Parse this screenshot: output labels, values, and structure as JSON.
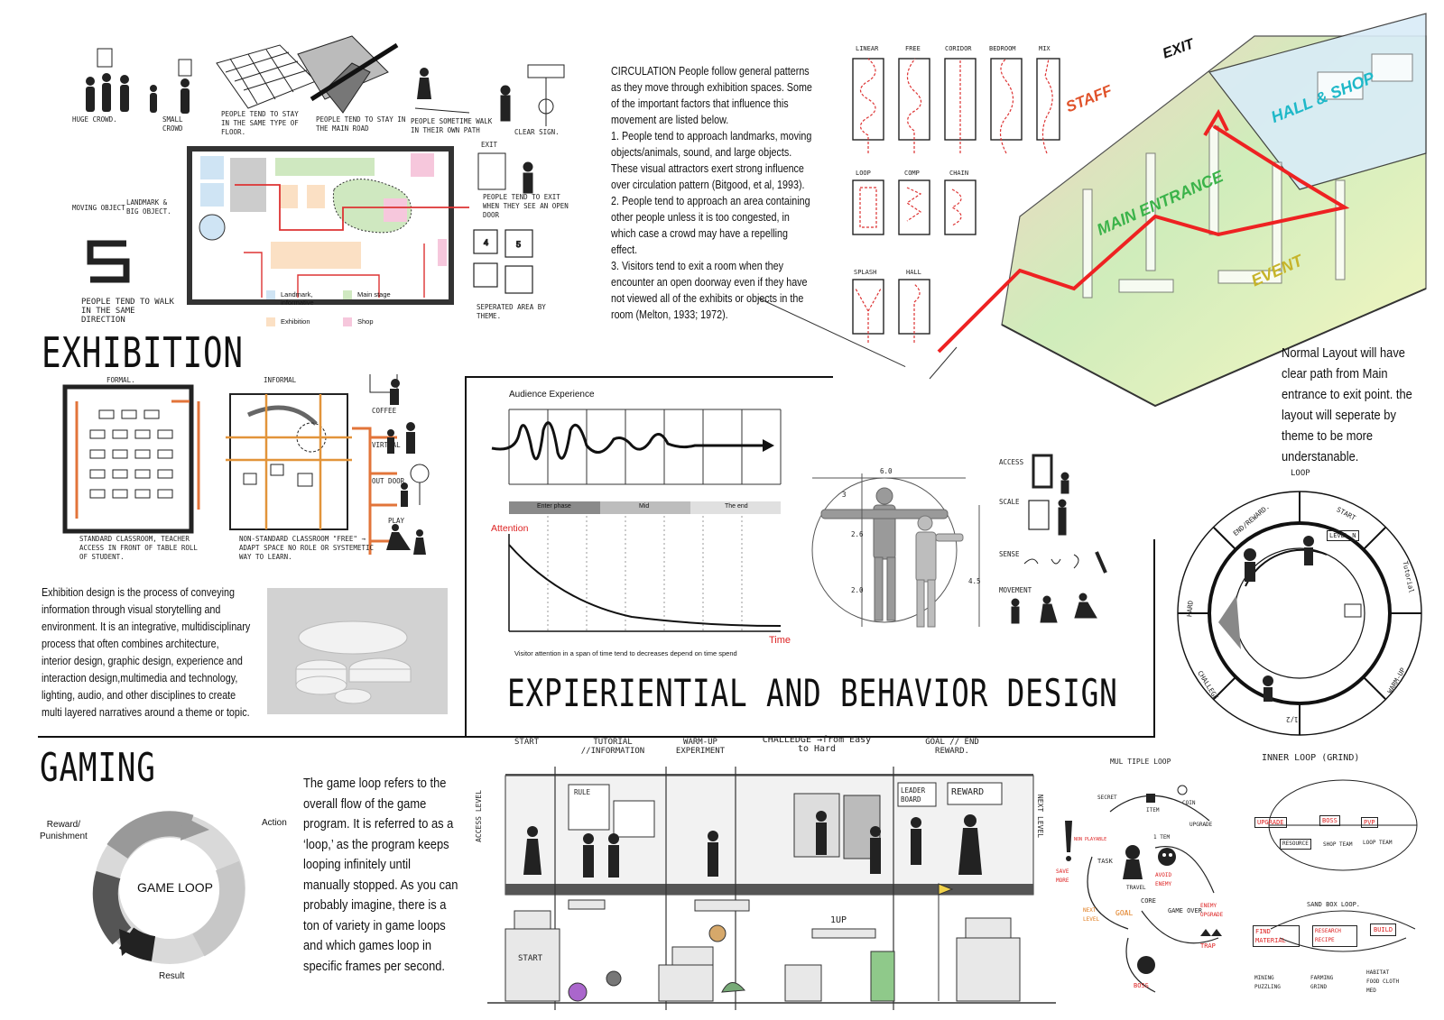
{
  "exhibition": {
    "title": "EXHIBITION",
    "circulation_text": "CIRCULATION People follow general patterns as they move through exhibition spaces. Some of the important factors that influence this movement are listed below.\n1. People tend to approach landmarks, moving objects/animals, sound, and large objects. These visual attractors exert strong influence over circulation pattern (Bitgood, et al, 1993).\n2. People tend to approach an area containing other people unless it is too congested, in which case a crowd may have a repelling effect.\n3. Visitors tend to exit a room when they encounter an open doorway even if they have not viewed all of the exhibits or objects in the room (Melton, 1933; 1972).",
    "description": "Exhibition design is the process of conveying information through visual storytelling and environment. It is an integrative, multidisciplinary process that often combines architecture, interior design, graphic design, experience and interaction design,multimedia and technology, lighting, audio, and other disciplines to create multi layered narratives around a theme or topic.",
    "legend": [
      {
        "label": "Landmark, informative",
        "color": "#cfe4f4"
      },
      {
        "label": "Main stage",
        "color": "#cfe8c0"
      },
      {
        "label": "Exhibition",
        "color": "#fbe0c4"
      },
      {
        "label": "Shop",
        "color": "#f6c7dc"
      }
    ],
    "sketch_notes": {
      "same_floor": "People tend to stay in the same type of floor.",
      "main_road": "People tend to stay in the main road",
      "own_path": "People sometime walk in their own path",
      "clear_sign": "Clear sign.",
      "exit_door": "People tend to exit when they see an open door",
      "walk_direction": "People tend to walk in the same direction",
      "separated_area": "Seperated area by theme.",
      "crowd": "Huge crowd.",
      "small_crowd": "Small crowd",
      "landmark": "Landmark & big object.",
      "moving_object": "Moving object",
      "exit_sign": "EXIT"
    },
    "classroom": {
      "formal_label": "Formal.",
      "informal_label": "Informal",
      "formal_note": "Standard classroom, teacher access in front of table roll of student.",
      "informal_note": "Non-standard classroom \"free\" → adapt space no role or systemetic way to learn.",
      "options": [
        "Coffee",
        "Virtual",
        "Out door",
        "Play"
      ]
    }
  },
  "patterns": {
    "row1": [
      "LINEAR",
      "FREE",
      "CORIDOR",
      "BEDROOM",
      "MIX"
    ],
    "row2": [
      "LOOP",
      "COMP",
      "CHAIN"
    ],
    "row3": [
      "SPLASH",
      "HALL"
    ]
  },
  "isometric": {
    "labels": {
      "exit": "EXIT",
      "staff": "STAFF",
      "hall_shop": "HALL & SHOP",
      "main_entrance": "MAIN ENTRANCE",
      "event": "EVENT"
    },
    "note": "Normal Layout will have clear path from Main entrance to exit point. the layout will seperate by theme to be more understanable."
  },
  "experiential": {
    "title": "EXPIERIENTIAL AND BEHAVIOR DESIGN",
    "audience_label": "Audience Experience",
    "phases": [
      "Enter phase",
      "Mid",
      "The end"
    ],
    "attention_label": "Attention",
    "time_label": "Time",
    "caption": "Visitor attention in a span of time tend to decreases depend on time spend",
    "body_dims": [
      "6.0",
      "3",
      "2.6",
      "2.0",
      "4.5"
    ],
    "senses": [
      "Access",
      "Scale",
      "Sense",
      "Movement"
    ]
  },
  "loop_wheel": {
    "title": "LOOP",
    "segments": [
      "START",
      "LEVEL_N",
      "Tutorial",
      "WARM-UP",
      "1/2",
      "CHALLEGE",
      "HARD",
      "END/REWARD."
    ]
  },
  "gaming": {
    "title": "GAMING",
    "description": "The game loop refers to the overall flow of the game program. It is referred to as a ‘loop,’ as the program keeps looping infinitely until manually stopped. As you can probably imagine, there is a ton of variety in game loops and which games loop in specific frames per second.",
    "loop": {
      "center": "GAME LOOP",
      "action": "Action",
      "result": "Result",
      "reward": "Reward/\nPunishment"
    },
    "stages": [
      "START",
      "TUTORIAL //INFORMATION",
      "WARM-UP EXPERIMENT",
      "CHALLEDGE →from Easy to Hard",
      "GOAL // END REWARD."
    ],
    "access_level": "ACCESS LEVEL",
    "next_level": "NEXT LEVEL",
    "panel_signs": {
      "rule": "RULE",
      "leader": "LEADER BOARD",
      "reward": "REWARD",
      "start": "START",
      "oneup": "1UP"
    }
  },
  "multiple_loop": {
    "title": "MUL TIPLE LOOP",
    "nodes": [
      "SECRET",
      "ITEM",
      "COIN",
      "UPGRADE",
      "TRAVEL",
      "TASK",
      "CORE",
      "1 TEM",
      "GAME OVER",
      "SAVE MORE",
      "NEXT LEVEL",
      "GOAL",
      "BOSS",
      "TRAP",
      "ENEMY UPGRADE",
      "AVOID ENEMY",
      "NON PLAYABLE"
    ]
  },
  "inner_loop": {
    "title": "INNER LOOP (GRIND)",
    "boxes": [
      "UPGRADE",
      "BOSS",
      "PVP",
      "RESOURCE",
      "SHOP TEAM",
      "LOOP TEAM"
    ],
    "sandbox_title": "SAND BOX LOOP.",
    "sandbox_boxes": [
      "FIND MATERIAL",
      "RESEARCH RECIPE",
      "BUILD"
    ],
    "sandbox_notes": [
      "MINING PUZZLING",
      "FARMING GRIND",
      "HABITAT FOOD CLOTH MED"
    ]
  }
}
